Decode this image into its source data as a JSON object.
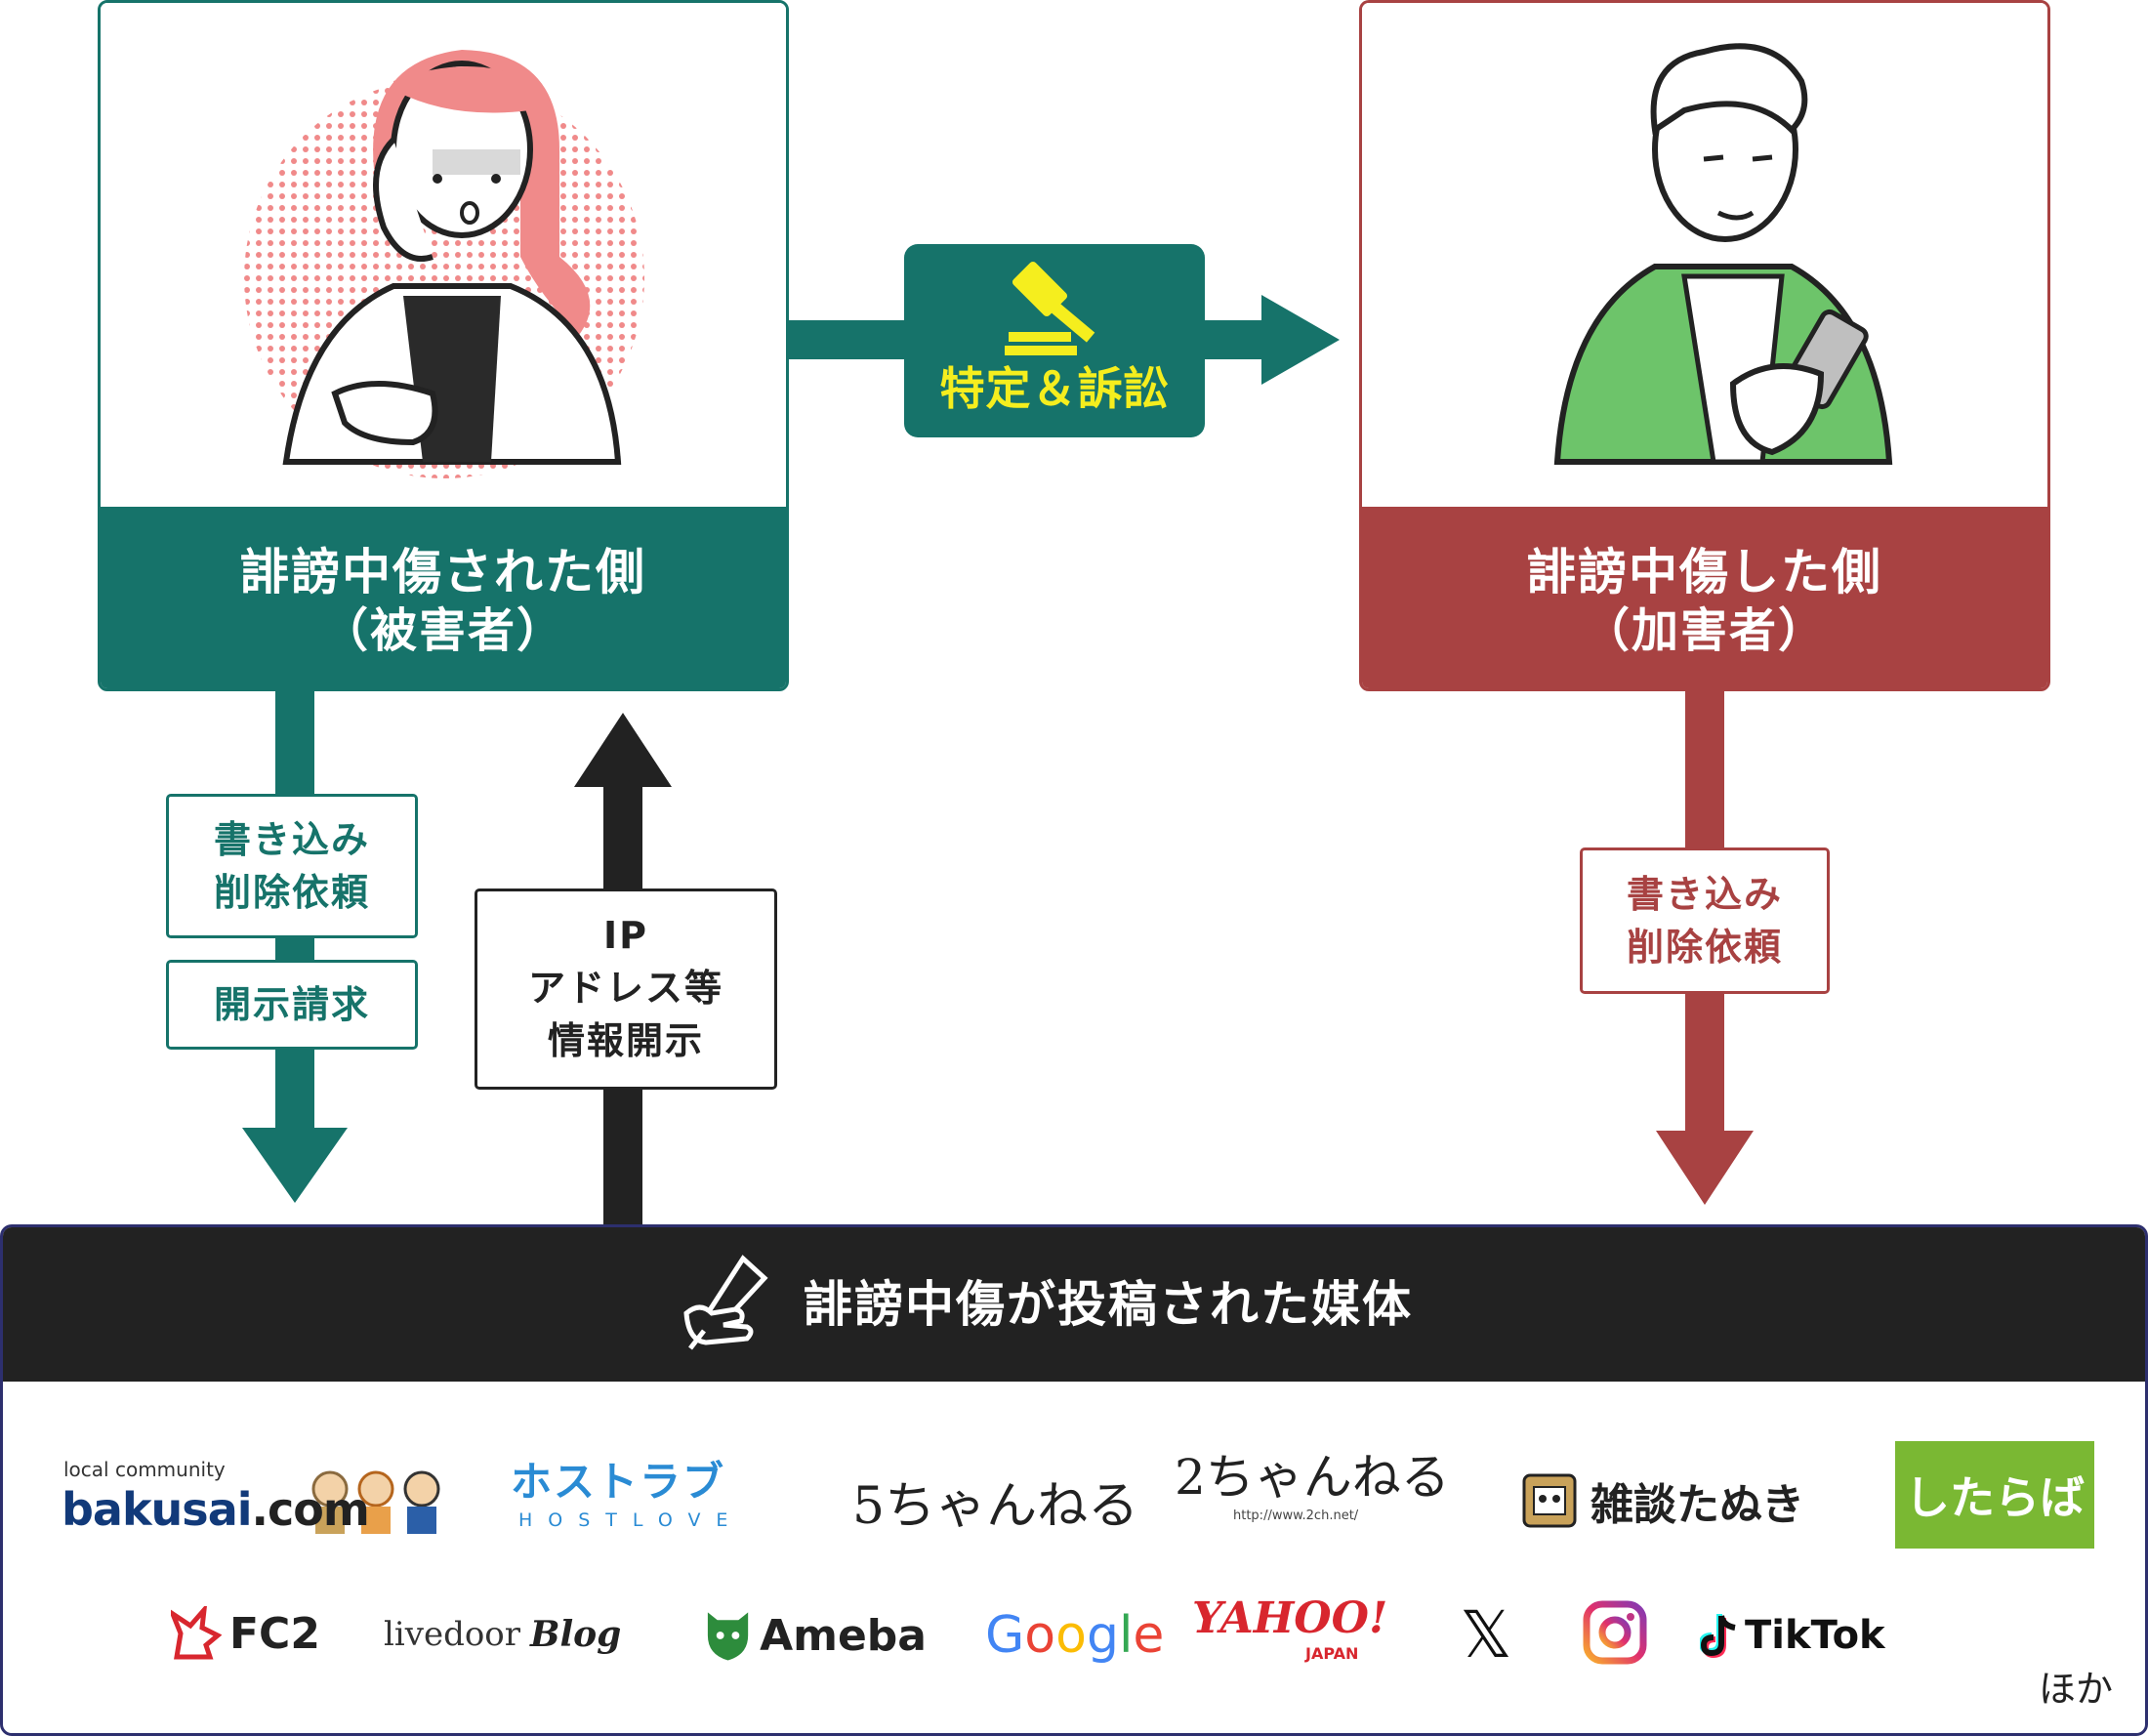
{
  "colors": {
    "victim": "#16736a",
    "perpetrator": "#a84242",
    "media": "#222222",
    "verdict_text": "#f5ee1e",
    "border_blue": "#2d2f6e"
  },
  "victim": {
    "line1": "誹謗中傷された側",
    "line2": "（被害者）"
  },
  "perpetrator": {
    "line1": "誹謗中傷した側",
    "line2": "（加害者）"
  },
  "center_action": "特定＆訴訟",
  "victim_requests": {
    "delete": [
      "書き込み",
      "削除依頼"
    ],
    "disclose": "開示請求"
  },
  "disclosure": [
    "IP",
    "アドレス等",
    "情報開示"
  ],
  "perp_request": [
    "書き込み",
    "削除依頼"
  ],
  "media": {
    "title": "誹謗中傷が投稿された媒体",
    "more": "ほか",
    "row1": [
      {
        "name": "bakusai-logo",
        "sub": "local community",
        "text": "bakusai",
        "suffix": ".com"
      },
      {
        "name": "hostlove-logo",
        "text": "ホストラブ",
        "sub": "HOSTLOVE"
      },
      {
        "name": "5ch-logo",
        "text": "5ちゃんねる"
      },
      {
        "name": "2ch-logo",
        "text": "2ちゃんねる",
        "sub": "http://www.2ch.net/"
      },
      {
        "name": "zatsudan-tanuki-logo",
        "text": "雑談たぬき"
      },
      {
        "name": "shitaraba-logo",
        "text": "したらば"
      }
    ],
    "row2": [
      {
        "name": "fc2-logo",
        "text": "FC2"
      },
      {
        "name": "livedoor-blog-logo",
        "text": "livedoor",
        "suffix": "Blog"
      },
      {
        "name": "ameba-logo",
        "text": "Ameba"
      },
      {
        "name": "google-logo",
        "letters": [
          "G",
          "o",
          "o",
          "g",
          "l",
          "e"
        ],
        "letter_colors": [
          "#4285f4",
          "#ea4335",
          "#fbbc05",
          "#4285f4",
          "#34a853",
          "#ea4335"
        ]
      },
      {
        "name": "yahoo-japan-logo",
        "text": "YAHOO!",
        "sub": "JAPAN"
      },
      {
        "name": "x-logo",
        "text": "𝕏"
      },
      {
        "name": "instagram-logo",
        "icon": "instagram-icon"
      },
      {
        "name": "tiktok-logo",
        "text": "TikTok"
      }
    ]
  }
}
